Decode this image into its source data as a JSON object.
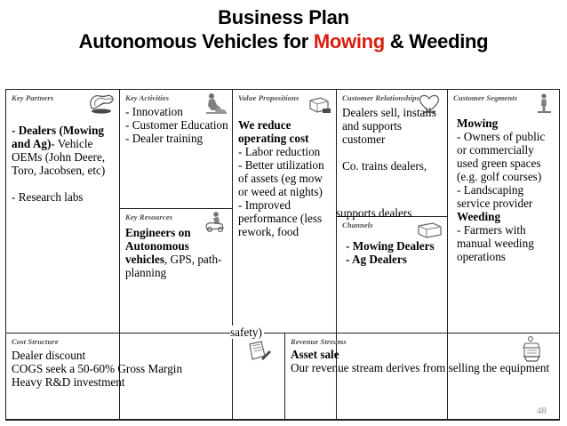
{
  "title": {
    "line1": "Business Plan",
    "line2_before": "Autonomous Vehicles for ",
    "line2_accent": "Mowing",
    "line2_after": " & Weeding",
    "accent_color": "#d91f11"
  },
  "canvas": {
    "key_partners": {
      "header": "Key Partners",
      "icon": "handshake-icon",
      "body_bold": "- Dealers (Mowing and Ag)",
      "body": "- Vehicle OEMs (John Deere, Toro, Jacobsen, etc)\n\n- Research labs"
    },
    "key_activities": {
      "header": "Key Activities",
      "icon": "worker-kneeling-icon",
      "body": "- Innovation\n- Customer Education\n- Dealer training"
    },
    "key_resources": {
      "header": "Key Resources",
      "icon": "worker-machine-icon",
      "body_bold": "Engineers on Autonomous vehicles",
      "body_rest": ", GPS, path-planning"
    },
    "value_propositions": {
      "header": "Value Propositions",
      "icon": "gift-package-icon",
      "body_bold": "We reduce operating cost",
      "body": "- Labor reduction\n- Better utilization of assets (eg mow or weed at nights)\n- Improved performance (less rework, food",
      "body_spill": "safety)"
    },
    "customer_relationships": {
      "header": "Customer Relationships",
      "icon": "heart-icon",
      "body": "Dealers sell, installs and supports customer\n\nCo. trains dealers,",
      "body_spill": "supports dealers"
    },
    "channels": {
      "header": "Channels",
      "icon": "truck-icon",
      "body_bold": "- Mowing Dealers\n- Ag Dealers"
    },
    "customer_segments": {
      "header": "Customer Segments",
      "icon": "person-standing-icon",
      "mowing_title": "Mowing",
      "mowing_body": "- Owners of public or commercially used green spaces (e.g. golf courses)\n- Landscaping service provider",
      "weeding_title": "Weeding",
      "weeding_body": "- Farmers with manual weeding operations"
    },
    "cost_structure": {
      "header": "Cost Structure",
      "icon": "receipt-pen-icon",
      "body": "Dealer discount\nCOGS seek a 50-60% Gross Margin\nHeavy R&D investment"
    },
    "revenue_streams": {
      "header": "Revenue Streams",
      "icon": "cash-register-icon",
      "body_bold": "Asset sale",
      "body": "Our revenue stream derives from selling the equipment"
    }
  },
  "page_number": "48"
}
